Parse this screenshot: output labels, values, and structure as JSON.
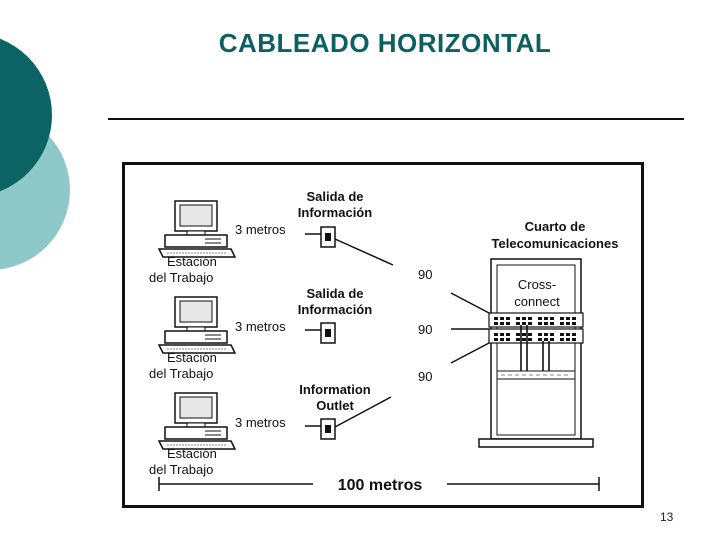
{
  "slide": {
    "title": "CABLEADO HORIZONTAL",
    "number": "13"
  },
  "diagram": {
    "workstations": [
      {
        "outlet_title_line1": "Salida de",
        "outlet_title_line2": "Información",
        "cable_length": "3 metros",
        "station_line1": "Estación",
        "station_line2": "del Trabajo",
        "run_length": "90"
      },
      {
        "outlet_title_line1": "Salida de",
        "outlet_title_line2": "Información",
        "cable_length": "3 metros",
        "station_line1": "Estación",
        "station_line2": "del Trabajo",
        "run_length": "90"
      },
      {
        "outlet_title_line1": "Information",
        "outlet_title_line2": "Outlet",
        "cable_length": "3 metros",
        "station_line1": "Estación",
        "station_line2": "del Trabajo",
        "run_length": "90"
      }
    ],
    "telecom_room_line1": "Cuarto de",
    "telecom_room_line2": "Telecomunicaciones",
    "cross_connect_line1": "Cross-",
    "cross_connect_line2": "connect",
    "total_distance": "100 metros"
  },
  "colors": {
    "title": "#0e5f5f",
    "deco_dark": "#0c6363",
    "deco_light": "#8ec8c8"
  }
}
